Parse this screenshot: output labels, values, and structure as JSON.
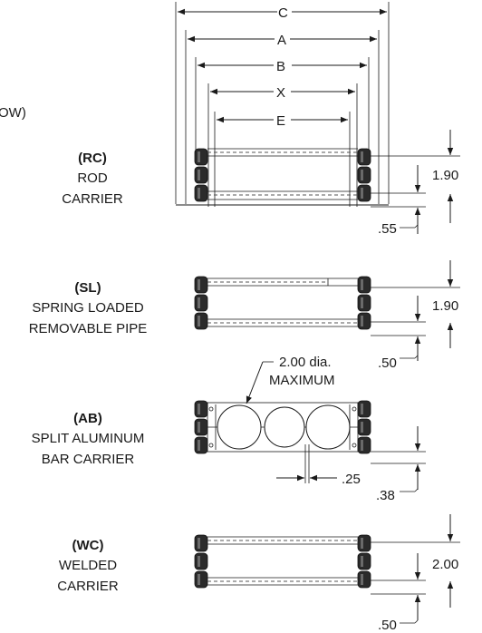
{
  "top_dimensions": {
    "C": "C",
    "A": "A",
    "B": "B",
    "X": "X",
    "E": "E"
  },
  "cut_off_label": "OW)",
  "carriers": [
    {
      "code": "(RC)",
      "line1": "ROD",
      "line2": "CARRIER",
      "height_dim": "1.90",
      "offset_dim": ".55"
    },
    {
      "code": "(SL)",
      "line1": "SPRING LOADED",
      "line2": "REMOVABLE PIPE",
      "height_dim": "1.90",
      "offset_dim": ".50"
    },
    {
      "code": "(AB)",
      "line1": "SPLIT ALUMINUM",
      "line2": "BAR CARRIER",
      "callout_line1": "2.00 dia.",
      "callout_line2": "MAXIMUM",
      "gap_dim": ".25",
      "offset_dim": ".38"
    },
    {
      "code": "(WC)",
      "line1": "WELDED",
      "line2": "CARRIER",
      "height_dim": "2.00",
      "offset_dim": ".50"
    }
  ]
}
